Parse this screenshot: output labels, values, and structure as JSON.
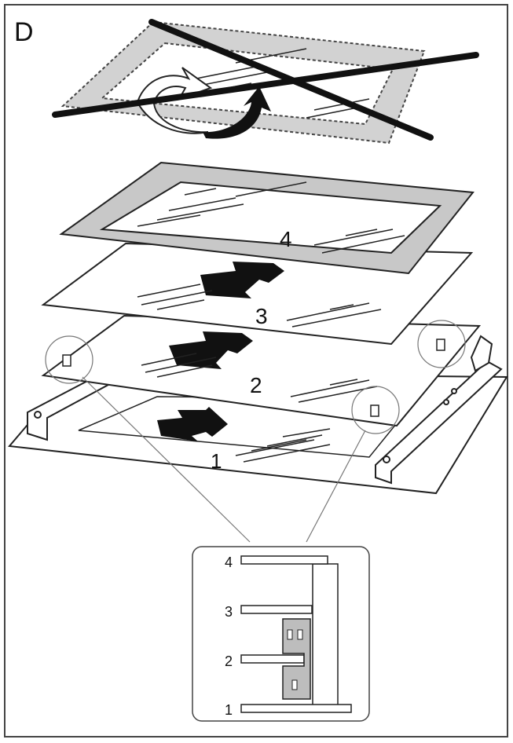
{
  "panel_letter": "D",
  "layers": [
    {
      "num": "4"
    },
    {
      "num": "3"
    },
    {
      "num": "2"
    },
    {
      "num": "1"
    }
  ],
  "inset": {
    "labels": [
      "4",
      "3",
      "2",
      "1"
    ]
  },
  "colors": {
    "outline": "#222222",
    "frame_fill": "#c8c8c8",
    "arrow_fill": "#111111",
    "clip_fill": "#bdbdbd"
  }
}
